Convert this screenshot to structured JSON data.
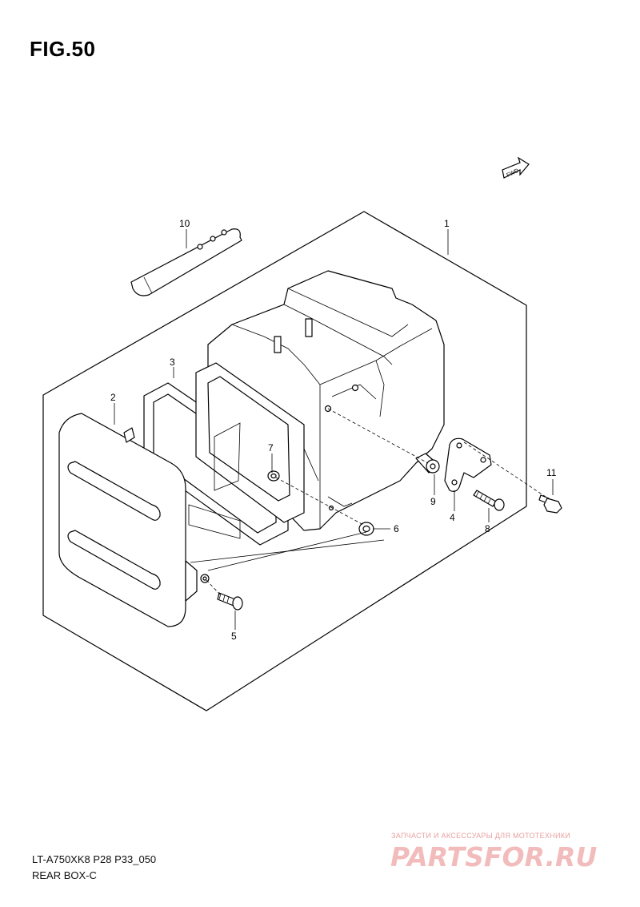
{
  "figure": {
    "title": "FIG.50"
  },
  "fwd_label": "FWD",
  "callouts": [
    "1",
    "2",
    "3",
    "4",
    "5",
    "6",
    "7",
    "8",
    "9",
    "10",
    "11"
  ],
  "footer": {
    "code": "LT-A750XK8 P28 P33_050",
    "name": "REAR BOX-C"
  },
  "watermark": {
    "tagline": "ЗАПЧАСТИ И АКСЕССУАРЫ ДЛЯ МОТОТЕХНИКИ",
    "logo": "PARTSFOR.RU"
  }
}
